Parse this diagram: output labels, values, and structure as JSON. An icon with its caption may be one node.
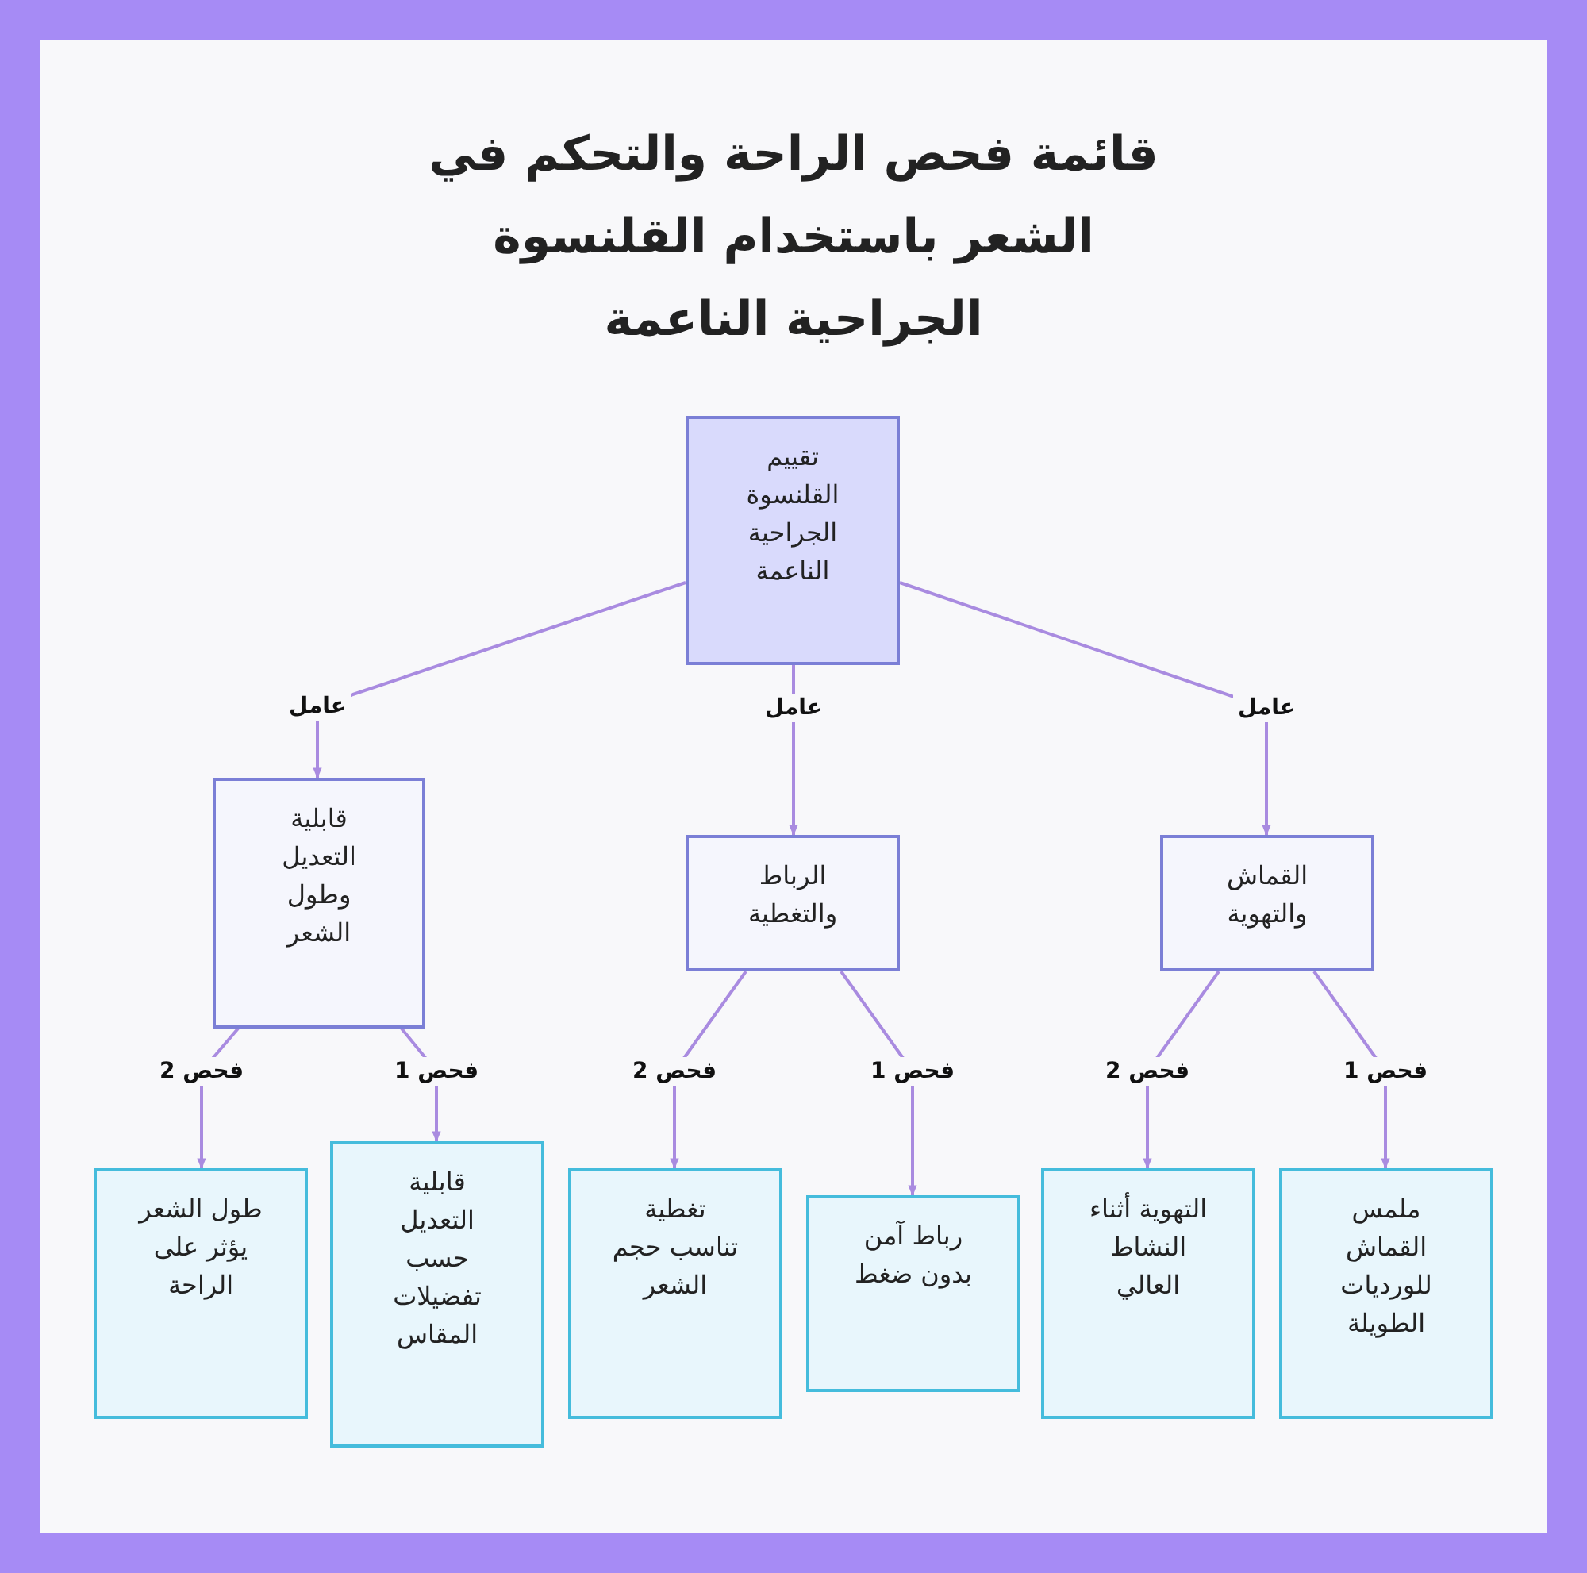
{
  "diagram": {
    "title": "قائمة فحص الراحة والتحكم في الشعر باستخدام القلنسوة الجراحية الناعمة",
    "nodes": [
      {
        "text": [
          "تقييم القلنسوة الجراحية الناعمة"
        ]
      },
      {
        "text": [
          "قابلية التعديل وطول الشعر"
        ]
      },
      {
        "text": [
          "الرباط والتغطية"
        ]
      },
      {
        "text": [
          "القماش والتهوية"
        ]
      },
      {
        "text": [
          "طول الشعر يؤثر على الراحة"
        ]
      },
      {
        "text": [
          "قابلية التعديل حسب تفضيلات المقاس"
        ]
      },
      {
        "text": [
          "تغطية تناسب حجم الشعر"
        ]
      },
      {
        "text": [
          "رباط آمن بدون ضغط"
        ]
      },
      {
        "text": [
          "التهوية أثناء النشاط العالي"
        ]
      },
      {
        "text": [
          "ملمس القماش للورديات الطويلة"
        ]
      }
    ],
    "edges": [
      {
        "from": 0,
        "to": 1,
        "arrow": "to",
        "label": "عامل"
      },
      {
        "from": 0,
        "to": 2,
        "arrow": "to",
        "label": "عامل"
      },
      {
        "from": 0,
        "to": 3,
        "arrow": "to",
        "label": "عامل"
      },
      {
        "from": 1,
        "to": 4,
        "arrow": "to",
        "label": "فحص 2"
      },
      {
        "from": 1,
        "to": 5,
        "arrow": "to",
        "label": "فحص 1"
      },
      {
        "from": 2,
        "to": 6,
        "arrow": "to",
        "label": "فحص 2"
      },
      {
        "from": 2,
        "to": 7,
        "arrow": "to",
        "label": "فحص 1"
      },
      {
        "from": 3,
        "to": 8,
        "arrow": "to",
        "label": "فحص 2"
      },
      {
        "from": 3,
        "to": 9,
        "arrow": "to",
        "label": "فحص 1"
      }
    ]
  }
}
